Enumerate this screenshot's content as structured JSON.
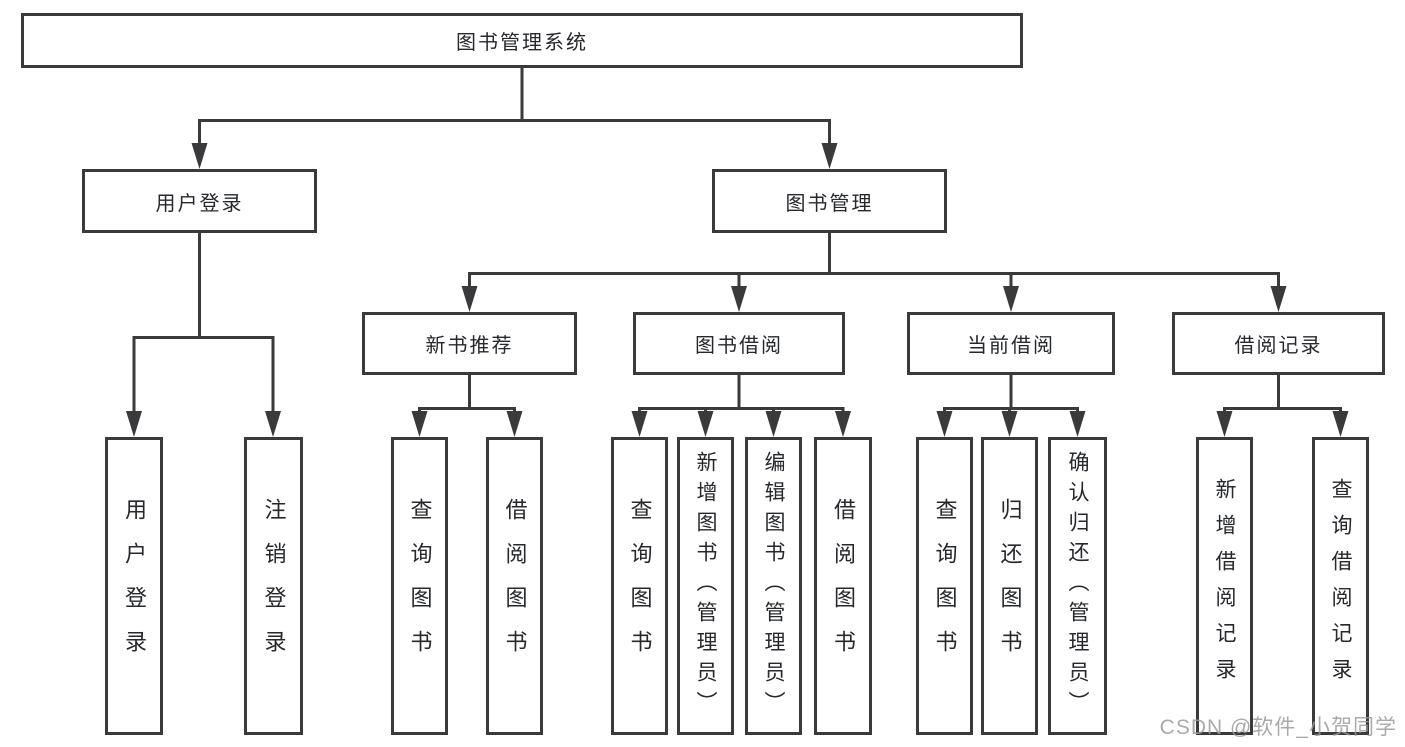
{
  "tree": {
    "root": {
      "label": "图书管理系统"
    },
    "branches": {
      "user_login": {
        "label": "用户登录",
        "children": [
          "用户登录",
          "注销登录"
        ]
      },
      "book_mgmt": {
        "label": "图书管理",
        "sections": {
          "new_book": {
            "label": "新书推荐",
            "children": [
              "查询图书",
              "借阅图书"
            ]
          },
          "borrowing": {
            "label": "图书借阅",
            "children": [
              "查询图书",
              "新增图书（管理员）",
              "编辑图书（管理员）",
              "借阅图书"
            ]
          },
          "current": {
            "label": "当前借阅",
            "children": [
              "查询图书",
              "归还图书",
              "确认归还（管理员）"
            ]
          },
          "records": {
            "label": "借阅记录",
            "children": [
              "新增借阅记录",
              "查询借阅记录"
            ]
          }
        }
      }
    }
  },
  "watermark": {
    "text": "CSDN @软件_小贺同学",
    "color": "#9c9c9c"
  },
  "colors": {
    "line": "#3a3a3c",
    "text": "#26282c",
    "background": "#ffffff"
  }
}
